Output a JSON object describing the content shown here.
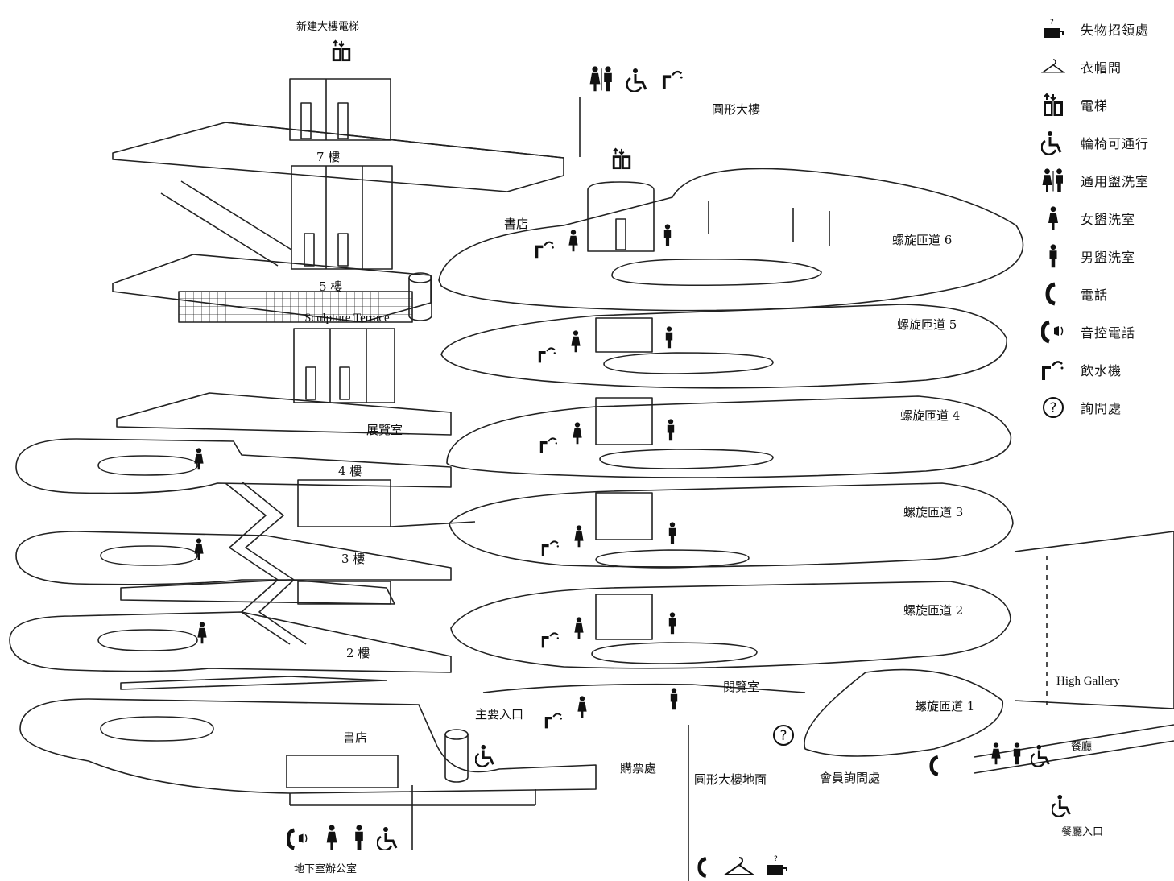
{
  "legend": [
    {
      "icon": "lost-and-found-icon",
      "label": "失物招領處"
    },
    {
      "icon": "cloakroom-hanger-icon",
      "label": "衣帽間"
    },
    {
      "icon": "elevator-icon",
      "label": "電梯"
    },
    {
      "icon": "wheelchair-icon",
      "label": "輪椅可通行"
    },
    {
      "icon": "unisex-restroom-icon",
      "label": "通用盥洗室"
    },
    {
      "icon": "womens-restroom-icon",
      "label": "女盥洗室"
    },
    {
      "icon": "mens-restroom-icon",
      "label": "男盥洗室"
    },
    {
      "icon": "telephone-icon",
      "label": "電話"
    },
    {
      "icon": "tty-phone-icon",
      "label": "音控電話"
    },
    {
      "icon": "water-fountain-icon",
      "label": "飲水機"
    },
    {
      "icon": "information-icon",
      "label": "詢問處"
    }
  ],
  "labels": {
    "new_building_elevator": "新建大樓電梯",
    "rotunda_building": "圓形大樓",
    "floor_7": "7 樓",
    "bookstore_top": "書店",
    "ramp_6": "螺旋匝道 6",
    "floor_5": "5 樓",
    "sculpture_terrace": "Sculpture Terrace",
    "ramp_5": "螺旋匝道 5",
    "exhibition_room": "展覽室",
    "ramp_4": "螺旋匝道 4",
    "floor_4": "4 樓",
    "ramp_3": "螺旋匝道 3",
    "floor_3": "3 樓",
    "ramp_2": "螺旋匝道 2",
    "floor_2": "2 樓",
    "reading_room": "閱覽室",
    "high_gallery": "High Gallery",
    "main_entrance": "主要入口",
    "ramp_1": "螺旋匝道 1",
    "bookstore_ground": "書店",
    "restaurant": "餐廳",
    "ticket_office": "購票處",
    "rotunda_ground": "圓形大樓地面",
    "member_info": "會員詢問處",
    "restaurant_entrance": "餐廳入口",
    "basement_office": "地下室辦公室"
  }
}
